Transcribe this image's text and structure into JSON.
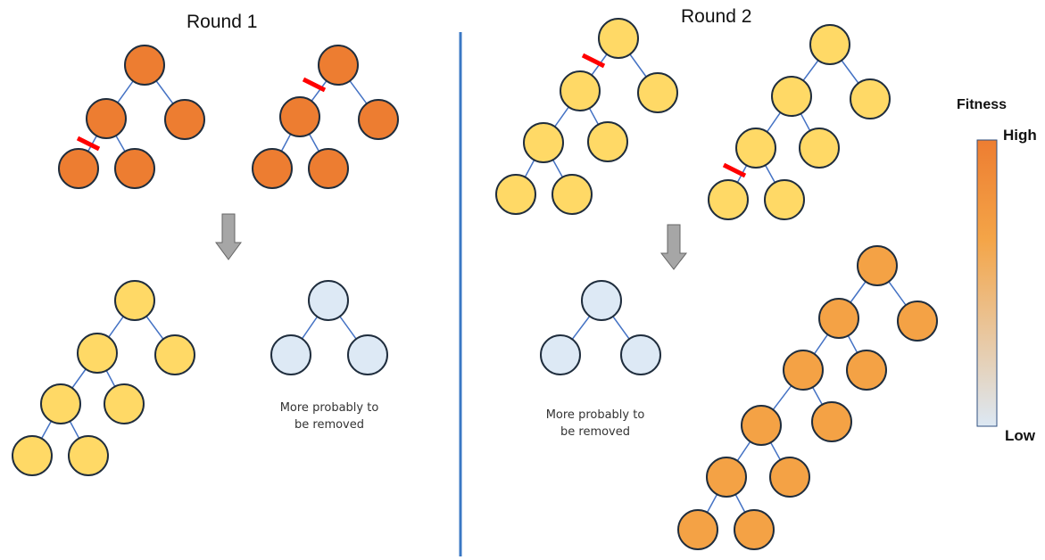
{
  "titles": {
    "round1": "Round 1",
    "round2": "Round 2"
  },
  "notes": {
    "round1_removed": [
      "More probably to",
      "be removed"
    ],
    "round2_removed": [
      "More probably to",
      "be removed"
    ]
  },
  "legend": {
    "title": "Fitness",
    "high": "High",
    "low": "Low",
    "gradient": [
      "#ed7d31",
      "#f4a548",
      "#e8c9a4",
      "#dce8f4"
    ]
  },
  "colors": {
    "high_fitness_node": "#ed7d31",
    "medium_fitness_node": "#ffd966",
    "mid_high_fitness_node": "#f4a245",
    "low_fitness_node": "#dde9f5",
    "node_outline": "#1f2d3d",
    "edge": "#4472c4",
    "cut_mark": "#ff0000",
    "arrow": "#a6a6a6",
    "divider": "#3b78c4"
  }
}
